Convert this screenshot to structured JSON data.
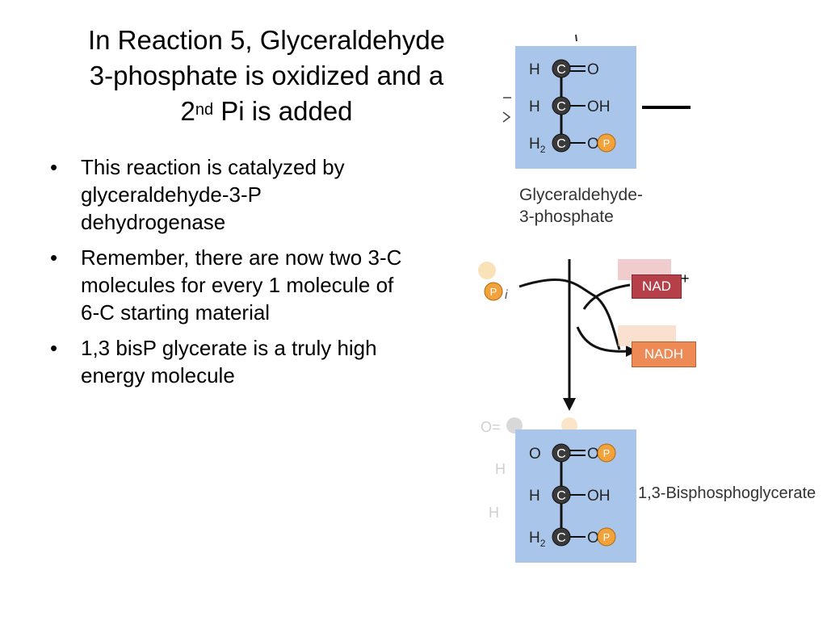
{
  "slide": {
    "title_line1": "In Reaction 5, Glyceraldehyde",
    "title_line2": "3-phosphate is oxidized and a",
    "title_line3_pre": "2",
    "title_line3_sup": "nd",
    "title_line3_post": " Pi is added",
    "bullets": [
      "This reaction is catalyzed by glyceraldehyde-3-P dehydrogenase",
      "Remember, there are now two 3-C molecules for every 1 molecule of 6-C starting material",
      "1,3 bisP glycerate is a truly high energy molecule"
    ]
  },
  "figure": {
    "substrate_label_line1": "Glyceraldehyde-",
    "substrate_label_line2": "3-phosphate",
    "product_label": "1,3-Bisphosphoglycerate",
    "cofactor_in": "NAD",
    "cofactor_in_charge": "+",
    "cofactor_out": "NADH",
    "phosphate_symbol": "P",
    "phosphate_subscript": "i",
    "colors": {
      "box": "#a9c6ea",
      "nad": "#b5404a",
      "nadh": "#ee8a55",
      "phosphate": "#f2a23a"
    },
    "substrate_rows": [
      {
        "left": "H",
        "right": "O",
        "bond": "="
      },
      {
        "left": "H",
        "right": "OH",
        "bond": "-"
      },
      {
        "left": "H2",
        "right": "O",
        "bond": "-",
        "phosphate": true
      }
    ],
    "product_rows": [
      {
        "left": "O",
        "right": "O",
        "bond": "=",
        "phosphate": true
      },
      {
        "left": "H",
        "right": "OH",
        "bond": "-"
      },
      {
        "left": "H2",
        "right": "O",
        "bond": "-",
        "phosphate": true
      }
    ]
  }
}
